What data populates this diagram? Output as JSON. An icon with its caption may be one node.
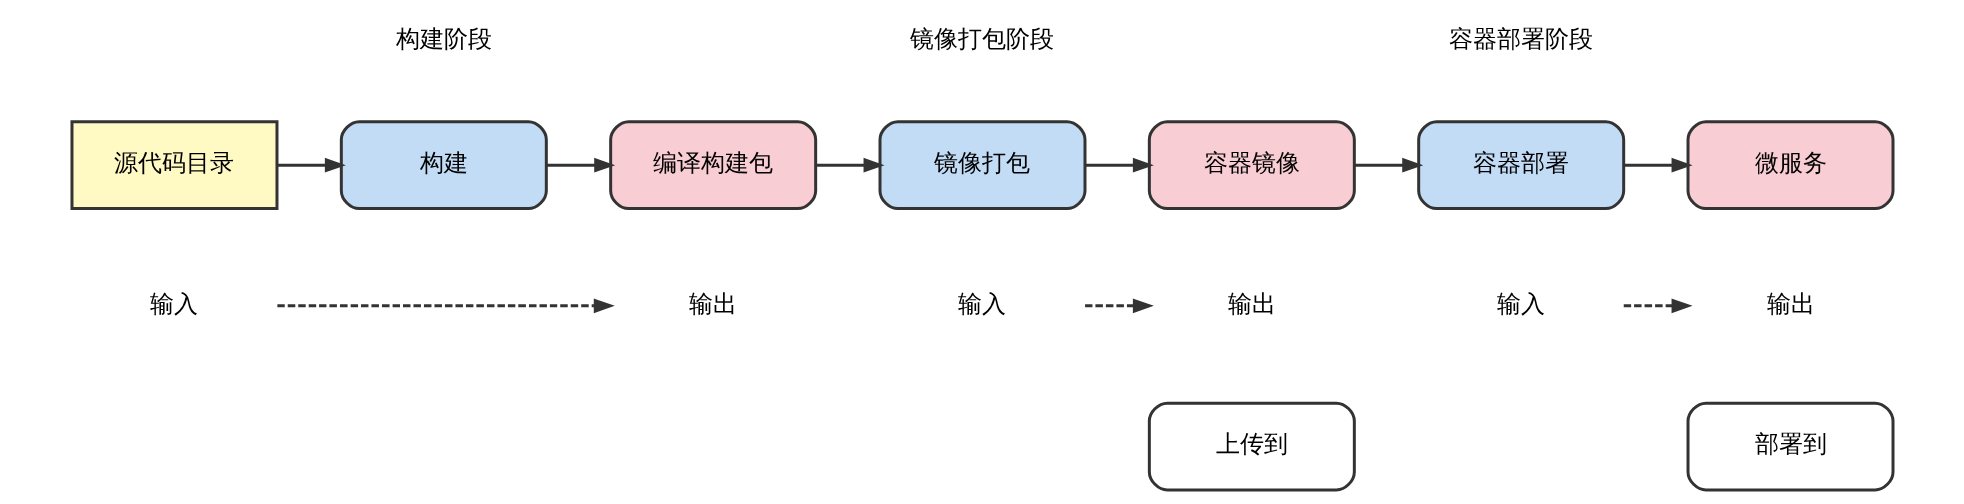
{
  "diagram": {
    "nodes": [
      {
        "text": [
          "源代码目录"
        ]
      },
      {
        "text": [
          "构建"
        ]
      },
      {
        "text": [
          "编译构建包"
        ]
      },
      {
        "text": [
          "镜像打包"
        ]
      },
      {
        "text": [
          "容器镜像"
        ]
      },
      {
        "text": [
          "容器部署"
        ]
      },
      {
        "text": [
          "微服务"
        ]
      },
      {
        "text": [
          "上传到"
        ]
      },
      {
        "text": [
          "部署到"
        ]
      },
      {
        "text": [
          "输入"
        ]
      },
      {
        "text": [
          "输出"
        ]
      },
      {
        "text": [
          "输入"
        ]
      },
      {
        "text": [
          "输出"
        ]
      },
      {
        "text": [
          "输入"
        ]
      },
      {
        "text": [
          "输出"
        ]
      }
    ],
    "edges": [
      {
        "from": 0,
        "to": 1,
        "arrow": "to"
      },
      {
        "from": 1,
        "to": 2,
        "arrow": "to"
      },
      {
        "from": 2,
        "to": 3,
        "arrow": "to"
      },
      {
        "from": 3,
        "to": 4,
        "arrow": "to"
      },
      {
        "from": 4,
        "to": 5,
        "arrow": "to"
      },
      {
        "from": 5,
        "to": 6,
        "arrow": "to"
      },
      {
        "from": 9,
        "to": 10,
        "arrow": "to",
        "style": "dashed"
      },
      {
        "from": 11,
        "to": 12,
        "arrow": "to",
        "style": "dashed"
      },
      {
        "from": 13,
        "to": 14,
        "arrow": "to",
        "style": "dashed"
      }
    ],
    "labels": [
      "构建阶段",
      "镜像打包阶段",
      "容器部署阶段"
    ]
  }
}
